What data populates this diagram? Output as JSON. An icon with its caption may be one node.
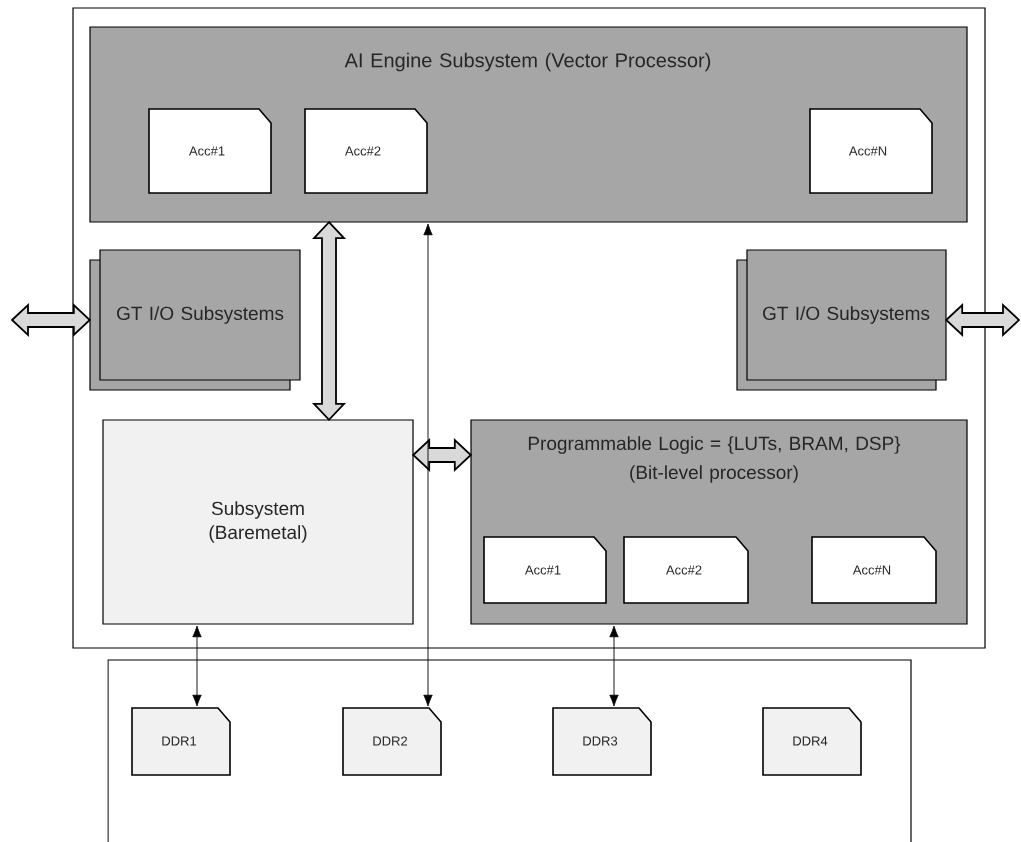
{
  "diagram": {
    "nodes": [
      {
        "text": [],
        "shape": "box"
      },
      {
        "text": [
          "AI Engine Subsystem (Vector Processor)"
        ],
        "in": 0
      },
      {
        "text": [
          "Acc#1"
        ],
        "in": 1
      },
      {
        "text": [
          "Acc#2"
        ],
        "in": 1
      },
      {
        "text": [
          "Acc#N"
        ],
        "in": 1
      },
      {
        "text": [
          "GT I/O Subsystems"
        ],
        "in": 0
      },
      {
        "text": [
          "GT I/O Subsystems"
        ],
        "in": 0
      },
      {
        "text": [
          "Subsystem (Baremetal)"
        ],
        "in": 0
      },
      {
        "text": [
          "Programmable Logic = {LUTs, BRAM, DSP}",
          "(Bit-level processor)"
        ],
        "in": 0
      },
      {
        "text": [
          "Acc#1"
        ],
        "in": 8
      },
      {
        "text": [
          "Acc#2"
        ],
        "in": 8
      },
      {
        "text": [
          "Acc#N"
        ],
        "in": 8
      },
      {
        "text": [],
        "shape": "box"
      },
      {
        "text": [
          "DDR1"
        ],
        "in": 12
      },
      {
        "text": [
          "DDR2"
        ],
        "in": 12
      },
      {
        "text": [
          "DDR3"
        ],
        "in": 12
      },
      {
        "text": [
          "DDR4"
        ],
        "in": 12
      }
    ],
    "edges": [
      {
        "from": 1,
        "to": 7,
        "arrow": "both",
        "style": "thick"
      },
      {
        "from": 7,
        "to": 8,
        "arrow": "both",
        "style": "thick"
      },
      {
        "from": null,
        "to": 5,
        "arrow": "both",
        "style": "thick"
      },
      {
        "from": 6,
        "to": null,
        "arrow": "both",
        "style": "thick"
      },
      {
        "from": 1,
        "to": 14,
        "arrow": "both"
      },
      {
        "from": 7,
        "to": 13,
        "arrow": "both"
      },
      {
        "from": 8,
        "to": 15,
        "arrow": "both"
      }
    ]
  }
}
